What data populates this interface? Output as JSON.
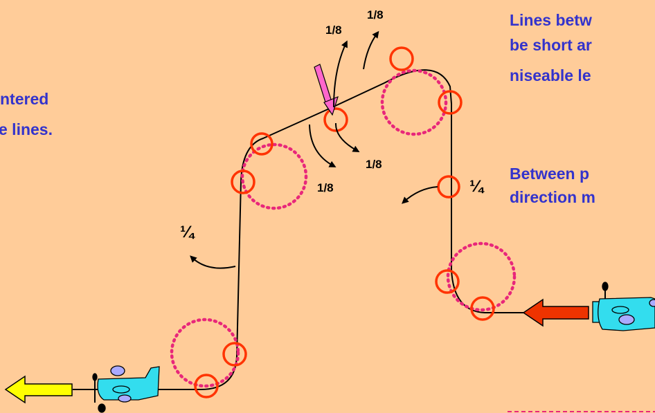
{
  "text": {
    "left_line1": "ntered",
    "left_line2": "e lines.",
    "right_line1": "Lines betw",
    "right_line2": "be short ar",
    "right_line3": "niseable le",
    "right_line4": "Between p",
    "right_line5": "direction m"
  },
  "labels": {
    "eighth_a": "1/8",
    "eighth_b": "1/8",
    "eighth_c": "1/8",
    "eighth_d": "1/8",
    "quarter_left": "¼",
    "quarter_right": "¼"
  },
  "colors": {
    "background": "#FFCC99",
    "text_blue": "#3333CC",
    "marker_circle": "#FF3300",
    "dotted_circle": "#E8277A",
    "plane_body": "#33DDEE",
    "arrow_exit": "#FFFF00",
    "arrow_entry": "#EE3300",
    "pointer": "#FF66CC"
  },
  "icons": {
    "plane": "airplane-icon",
    "rotation": "curved-arrow-icon"
  }
}
